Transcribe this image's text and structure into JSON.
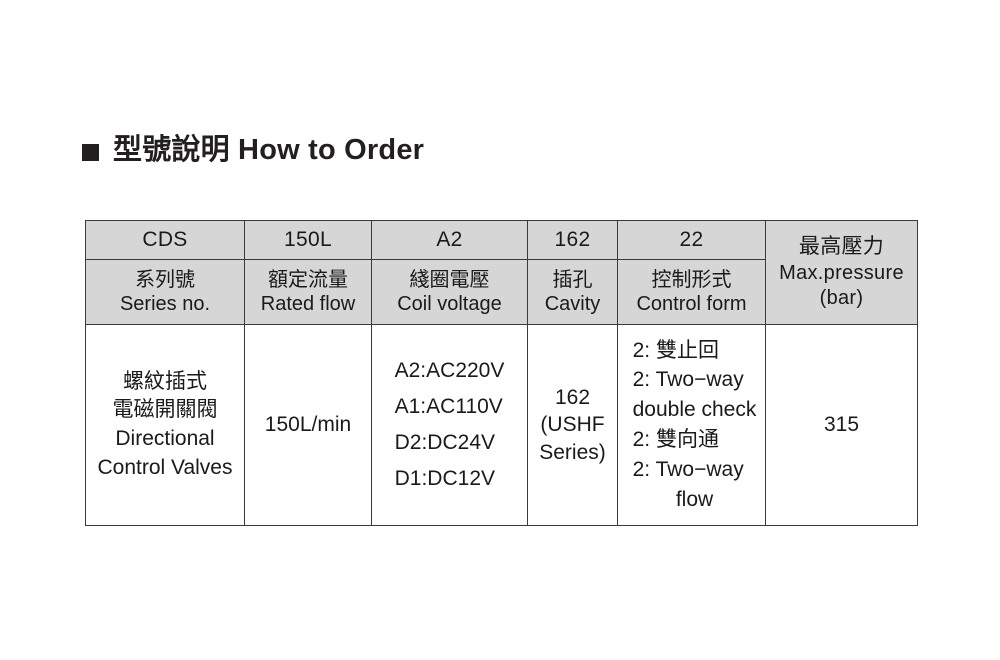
{
  "section": {
    "bullet_icon": "square-bullet-icon",
    "title": "型號說明 How to Order"
  },
  "table": {
    "columns": [
      {
        "code": "CDS",
        "name_cn": "系列號",
        "name_en": "Series no.",
        "value_lines": [
          "螺紋插式",
          "電磁開關閥",
          "Directional",
          "Control Valves"
        ]
      },
      {
        "code": "150L",
        "name_cn": "額定流量",
        "name_en": "Rated flow",
        "value_lines": [
          "150L/min"
        ]
      },
      {
        "code": "A2",
        "name_cn": "綫圈電壓",
        "name_en": "Coil voltage",
        "value_lines": [
          "A2:AC220V",
          "A1:AC110V",
          "D2:DC24V",
          "D1:DC12V"
        ]
      },
      {
        "code": "162",
        "name_cn": "插孔",
        "name_en": "Cavity",
        "value_lines": [
          "162",
          "(USHF",
          "Series)"
        ]
      },
      {
        "code": "22",
        "name_cn": "控制形式",
        "name_en": "Control form",
        "value_lines": [
          "2: 雙止回",
          "2: Two−way",
          "double check",
          "2: 雙向通",
          "2: Two−way",
          "flow"
        ]
      }
    ],
    "max_pressure": {
      "name_cn": "最高壓力",
      "name_en": "Max.pressure",
      "unit": "(bar)",
      "value": "315"
    },
    "colors": {
      "header_fill": "#d6d6d6",
      "border": "#3a3a3a",
      "text": "#1a1a1a",
      "background": "#ffffff"
    }
  }
}
